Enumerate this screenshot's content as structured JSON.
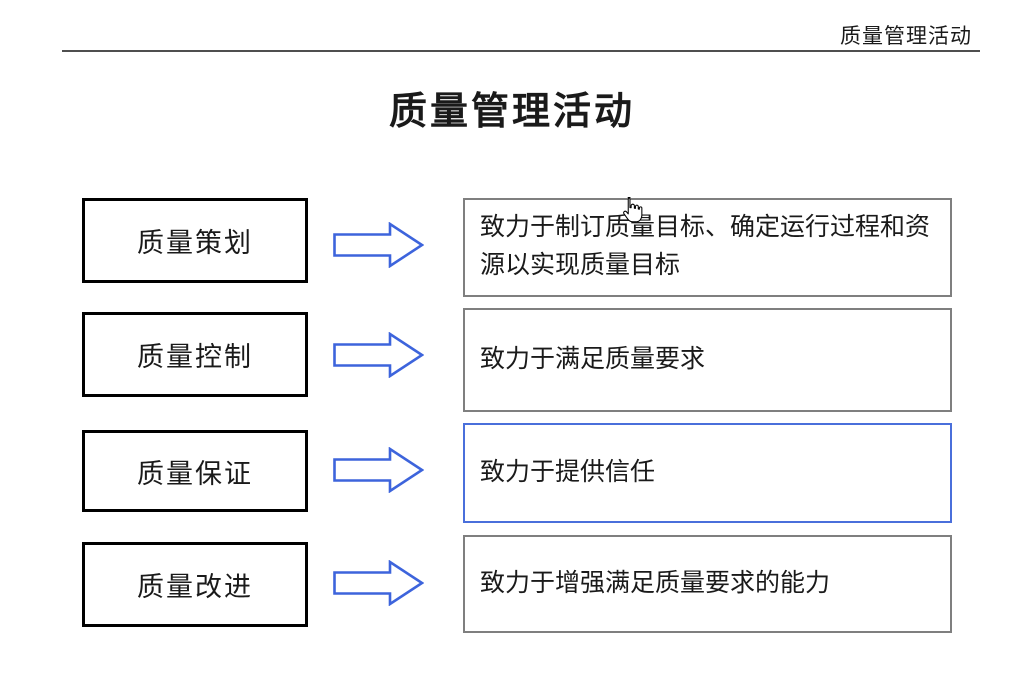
{
  "page": {
    "header_label": "质量管理活动",
    "title": "质量管理活动"
  },
  "rows": [
    {
      "label": "质量策划",
      "description": "致力于制订质量目标、确定运行过程和资源以实现质量目标",
      "highlighted": false
    },
    {
      "label": "质量控制",
      "description": "致力于满足质量要求",
      "highlighted": false
    },
    {
      "label": "质量保证",
      "description": "致力于提供信任",
      "highlighted": true
    },
    {
      "label": "质量改进",
      "description": "致力于增强满足质量要求的能力",
      "highlighted": false
    }
  ],
  "icons": {
    "arrow": "right-block-arrow-icon",
    "cursor": "hand-pointer-icon"
  },
  "colors": {
    "arrow_blue": "#3d64dc",
    "highlight_border": "#4a6fdb",
    "box_border_gray": "#7f7f7f",
    "box_border_black": "#000000",
    "rule_gray": "#4f4f4f",
    "text": "#1a1a1a"
  }
}
